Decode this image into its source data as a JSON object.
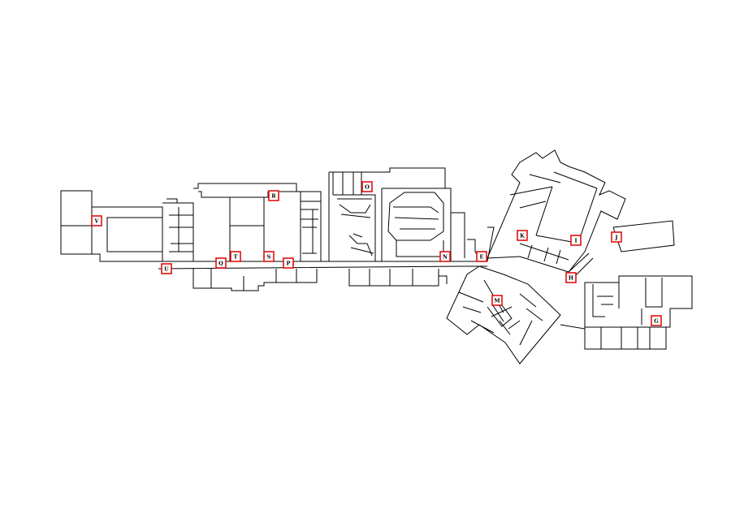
{
  "map": {
    "marker_color": "#e01010",
    "wall_color": "#000000",
    "markers": [
      {
        "id": "V",
        "label": "V"
      },
      {
        "id": "U",
        "label": "U"
      },
      {
        "id": "R",
        "label": "R"
      },
      {
        "id": "Q",
        "label": "Q"
      },
      {
        "id": "T",
        "label": "T"
      },
      {
        "id": "S",
        "label": "S"
      },
      {
        "id": "P",
        "label": "P"
      },
      {
        "id": "O",
        "label": "O"
      },
      {
        "id": "N",
        "label": "N"
      },
      {
        "id": "E",
        "label": "E"
      },
      {
        "id": "M",
        "label": "M"
      },
      {
        "id": "H",
        "label": "H"
      },
      {
        "id": "I",
        "label": "I"
      },
      {
        "id": "J",
        "label": "J"
      },
      {
        "id": "K",
        "label": "K"
      },
      {
        "id": "G",
        "label": "G"
      }
    ]
  }
}
